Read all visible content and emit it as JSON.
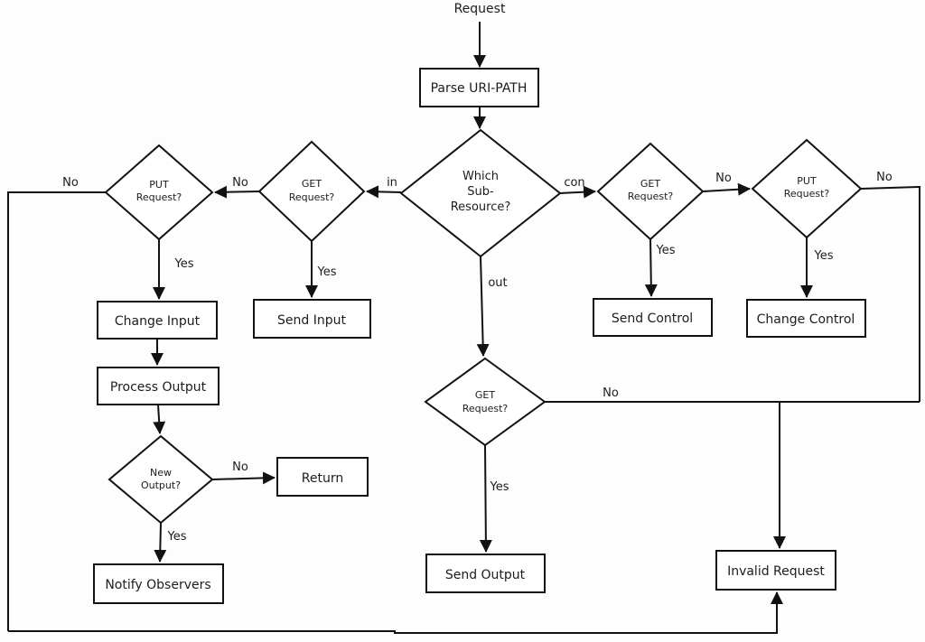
{
  "diagram": {
    "start_label": "Request",
    "nodes": {
      "parse_uri_path": "Parse URI-PATH",
      "which_sub_resource": {
        "line1": "Which",
        "line2": "Sub-",
        "line3": "Resource?"
      },
      "get_request": {
        "line1": "GET",
        "line2": "Request?"
      },
      "put_request": {
        "line1": "PUT",
        "line2": "Request?"
      },
      "new_output": {
        "line1": "New",
        "line2": "Output?"
      },
      "change_input": "Change Input",
      "send_input": "Send Input",
      "process_output": "Process Output",
      "return": "Return",
      "notify_observers": "Notify Observers",
      "send_output": "Send Output",
      "send_control": "Send Control",
      "change_control": "Change Control",
      "invalid_request": "Invalid Request"
    },
    "edge_labels": {
      "yes": "Yes",
      "no": "No",
      "in": "in",
      "con": "con",
      "out": "out"
    },
    "colors": {
      "line": "#111111",
      "text": "#1c1c1c",
      "node_fill": "#ffffff",
      "background": "#fdfdfd"
    }
  }
}
